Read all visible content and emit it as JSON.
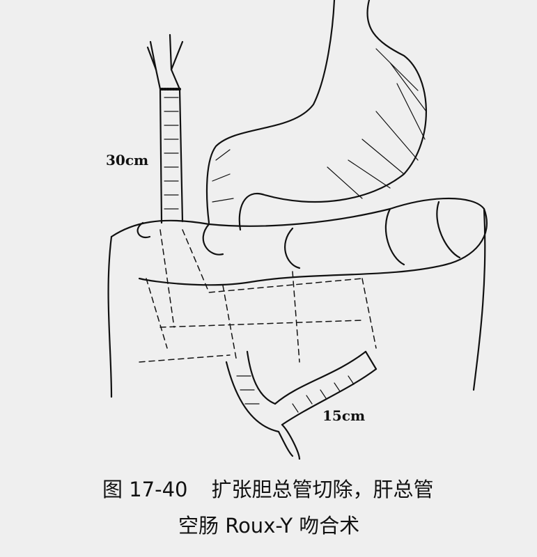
{
  "figure": {
    "labels": {
      "upper_length": "30cm",
      "lower_length": "15cm"
    },
    "caption": {
      "number": "图 17-40",
      "line1": "扩张胆总管切除，肝总管",
      "line2": "空肠 Roux-Y 吻合术"
    }
  }
}
